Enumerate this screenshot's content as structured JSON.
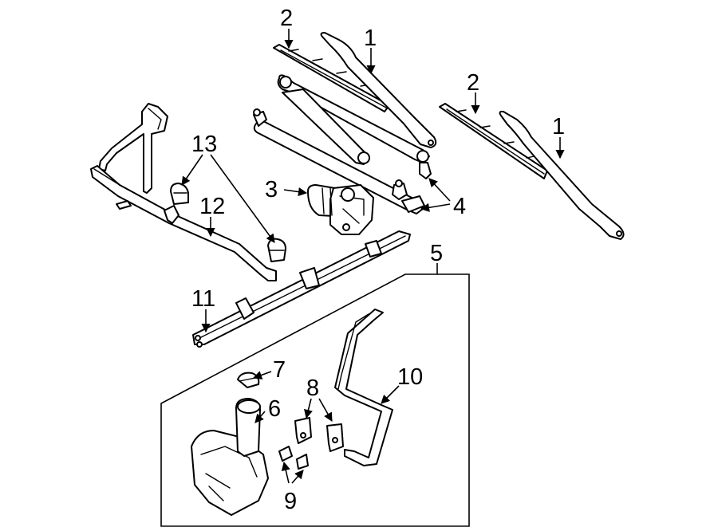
{
  "callouts": {
    "c1a": "1",
    "c1b": "1",
    "c2a": "2",
    "c2b": "2",
    "c3": "3",
    "c4": "4",
    "c5": "5",
    "c6": "6",
    "c7": "7",
    "c8": "8",
    "c9": "9",
    "c10": "10",
    "c11": "11",
    "c12": "12",
    "c13": "13"
  },
  "colors": {
    "line": "#000000",
    "background": "#ffffff"
  }
}
